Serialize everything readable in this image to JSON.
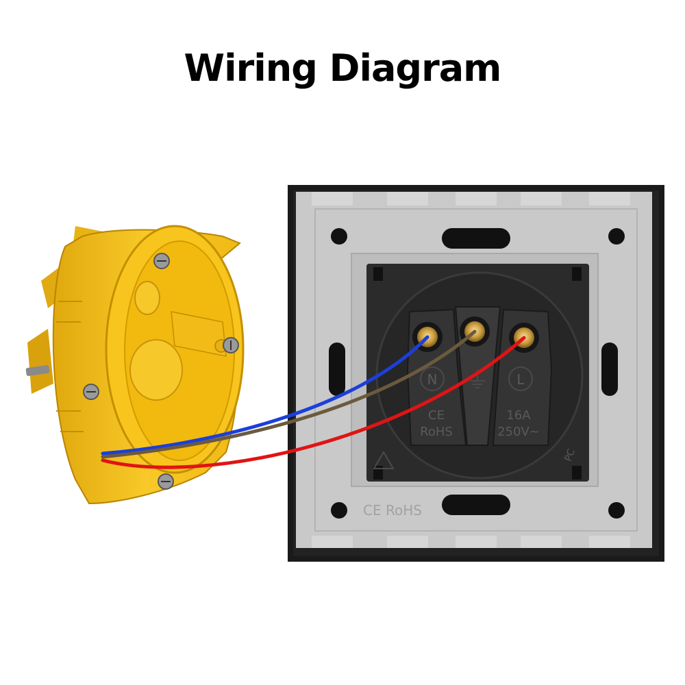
{
  "title": "Wiring Diagram",
  "terminals": {
    "neutral": "N",
    "live": "L"
  },
  "markings": {
    "ce": "CE",
    "rohs": "RoHS",
    "current": "16A",
    "voltage": "250V~",
    "material": "PC",
    "plate_marking": "CE RoHS"
  },
  "wires": [
    {
      "id": "neutral",
      "color": "#1c3fd9"
    },
    {
      "id": "earth",
      "color": "#6b5a3e"
    },
    {
      "id": "live",
      "color": "#e01414"
    }
  ],
  "colors": {
    "junction_box": "#f6c21a",
    "frame": "#1a1a1a",
    "plate": "#c9c9c9",
    "socket_body": "#2b2b2b"
  }
}
